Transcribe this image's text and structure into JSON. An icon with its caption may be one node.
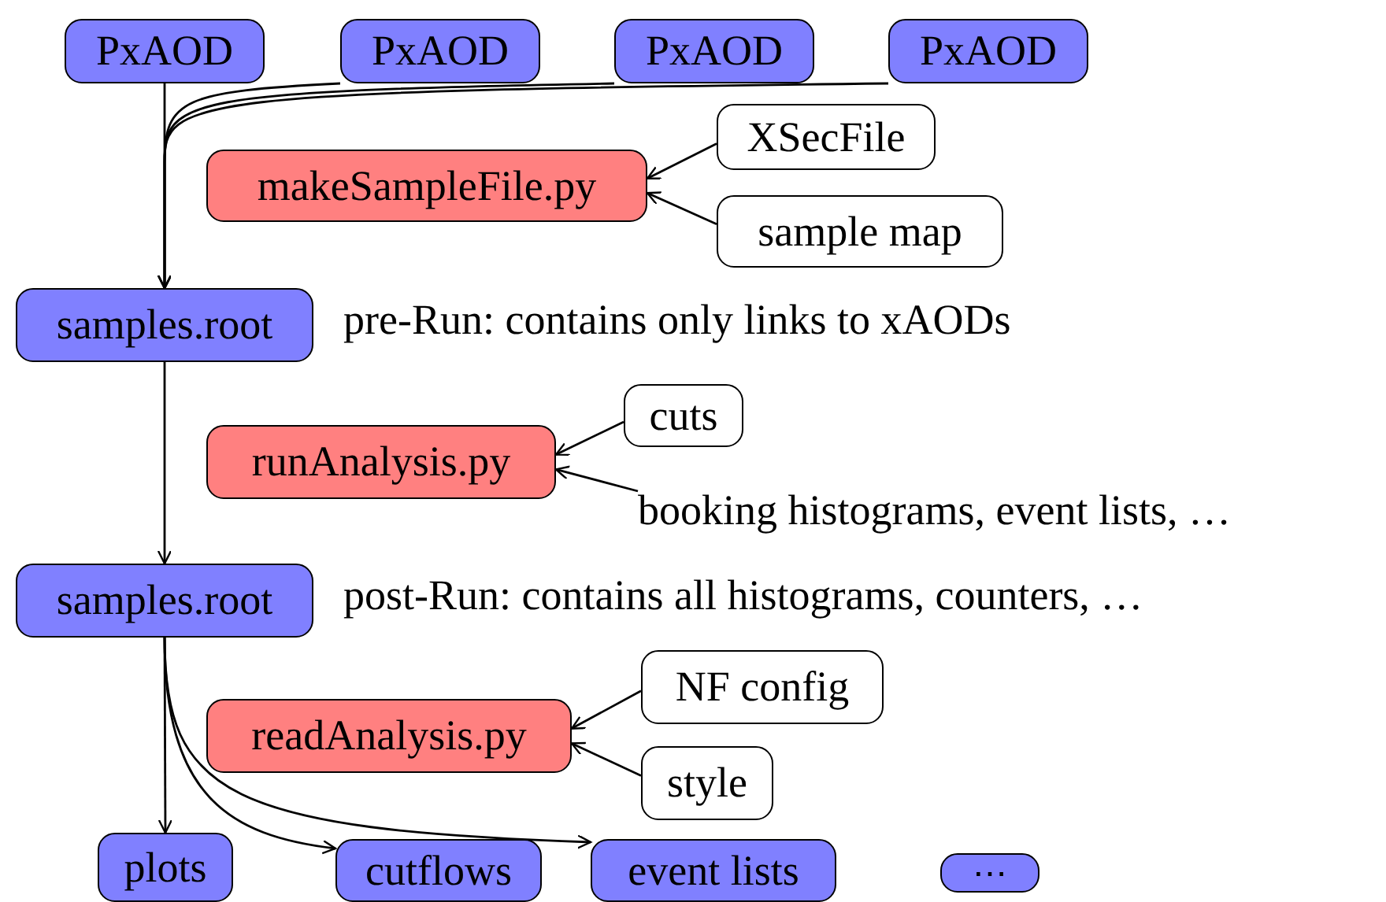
{
  "diagram": {
    "nodes": [
      {
        "text": [
          "PxAOD"
        ]
      },
      {
        "text": [
          "PxAOD"
        ]
      },
      {
        "text": [
          "PxAOD"
        ]
      },
      {
        "text": [
          "PxAOD"
        ]
      },
      {
        "text": [
          "makeSampleFile.py"
        ]
      },
      {
        "text": [
          "XSecFile"
        ]
      },
      {
        "text": [
          "sample map"
        ]
      },
      {
        "text": [
          "samples.root"
        ],
        "beside": [
          "pre-Run: contains only links to xAODs"
        ]
      },
      {
        "text": [
          "runAnalysis.py"
        ]
      },
      {
        "text": [
          "cuts"
        ]
      },
      {
        "text": [
          "booking histograms, event lists, …"
        ]
      },
      {
        "text": [
          "samples.root"
        ],
        "beside": [
          "post-Run: contains all histograms, counters, …"
        ]
      },
      {
        "text": [
          "readAnalysis.py"
        ]
      },
      {
        "text": [
          "NF config"
        ]
      },
      {
        "text": [
          "style"
        ]
      },
      {
        "text": [
          "plots"
        ]
      },
      {
        "text": [
          "cutflows"
        ]
      },
      {
        "text": [
          "event lists"
        ]
      },
      {
        "text": [
          "⋯"
        ]
      }
    ],
    "edges": [
      {
        "from": 0,
        "to": 7,
        "arrow": "to"
      },
      {
        "from": 1,
        "to": 7,
        "arrow": "to"
      },
      {
        "from": 2,
        "to": 7,
        "arrow": "to"
      },
      {
        "from": 3,
        "to": 7,
        "arrow": "to"
      },
      {
        "from": 5,
        "to": 4,
        "arrow": "to"
      },
      {
        "from": 6,
        "to": 4,
        "arrow": "to"
      },
      {
        "from": 7,
        "to": 11,
        "arrow": "to"
      },
      {
        "from": 9,
        "to": 8,
        "arrow": "to"
      },
      {
        "from": 10,
        "to": 8,
        "arrow": "to"
      },
      {
        "from": 13,
        "to": 12,
        "arrow": "to"
      },
      {
        "from": 14,
        "to": 12,
        "arrow": "to"
      },
      {
        "from": 11,
        "to": 15,
        "arrow": "to"
      },
      {
        "from": 11,
        "to": 16,
        "arrow": "to"
      },
      {
        "from": 11,
        "to": 17,
        "arrow": "to"
      }
    ]
  }
}
